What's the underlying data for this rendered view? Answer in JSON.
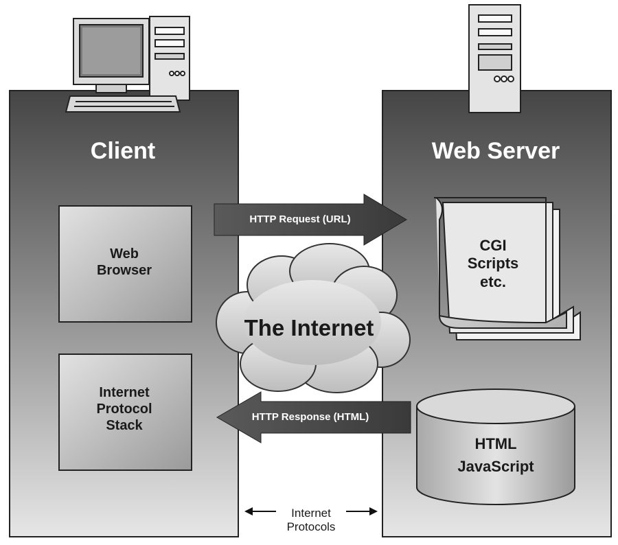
{
  "client": {
    "title": "Client",
    "web_browser": "Web\nBrowser",
    "protocol_stack": "Internet\nProtocol\nStack"
  },
  "server": {
    "title": "Web Server",
    "cgi": "CGI\nScripts\netc.",
    "storage": "HTML\nJavaScript"
  },
  "internet": {
    "label": "The Internet"
  },
  "arrows": {
    "request": "HTTP Request (URL)",
    "response": "HTTP Response (HTML)"
  },
  "protocols": {
    "label": "Internet\nProtocols"
  },
  "icons": {
    "client_computer": "desktop-computer-icon",
    "server_computer": "server-tower-icon"
  }
}
